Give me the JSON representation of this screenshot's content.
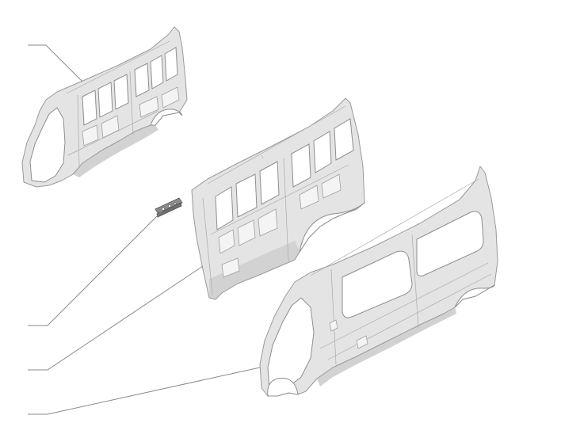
{
  "diagram": {
    "parts": [
      {
        "id": "outer-side-panel-top",
        "kind": "panel"
      },
      {
        "id": "inner-side-panel-middle",
        "kind": "panel"
      },
      {
        "id": "outer-side-panel-front",
        "kind": "panel"
      },
      {
        "id": "small-bracket",
        "kind": "bracket"
      }
    ],
    "callouts": [
      {
        "target": "outer-side-panel-top",
        "label": ""
      },
      {
        "target": "small-bracket",
        "label": ""
      },
      {
        "target": "inner-side-panel-middle",
        "label": ""
      },
      {
        "target": "outer-side-panel-front",
        "label": ""
      }
    ],
    "colors": {
      "panel": "#e4e4e4",
      "panel_shadow": "#d2d2d2",
      "edge": "#9a9a9a",
      "leader": "#8a8a8a",
      "bracket": "#8c8c8c",
      "background": "#ffffff"
    }
  }
}
